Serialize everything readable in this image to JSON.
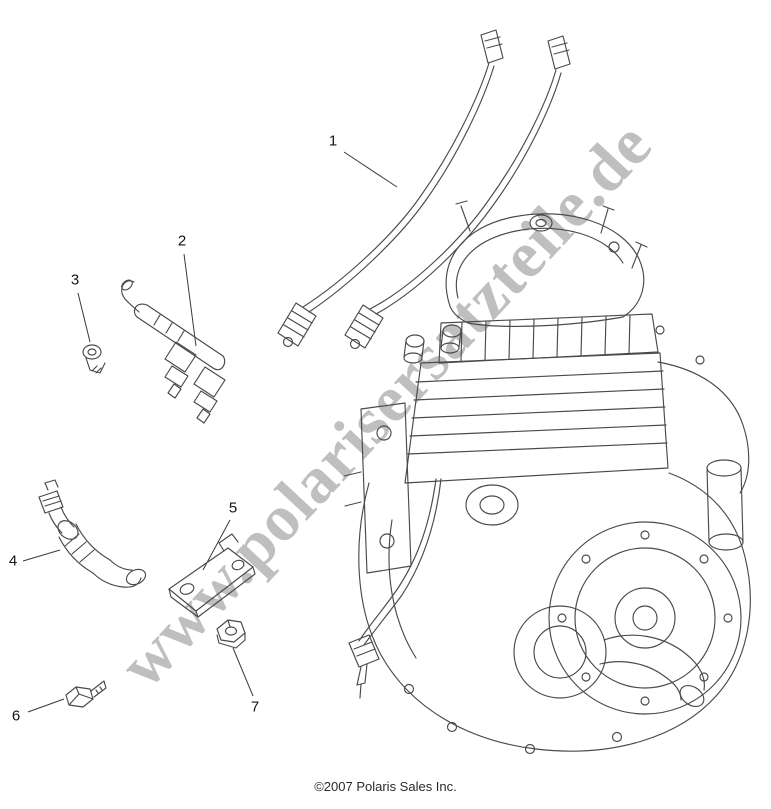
{
  "page": {
    "background": "#ffffff",
    "ink_color": "#4a4a4a"
  },
  "watermark": {
    "text": "www.polarisersatzteile.de",
    "color": "#b4b4b4"
  },
  "copyright": {
    "text": "©2007 Polaris Sales Inc."
  },
  "callouts": [
    {
      "number": "1"
    },
    {
      "number": "2"
    },
    {
      "number": "3"
    },
    {
      "number": "4"
    },
    {
      "number": "5"
    },
    {
      "number": "6"
    },
    {
      "number": "7"
    }
  ]
}
